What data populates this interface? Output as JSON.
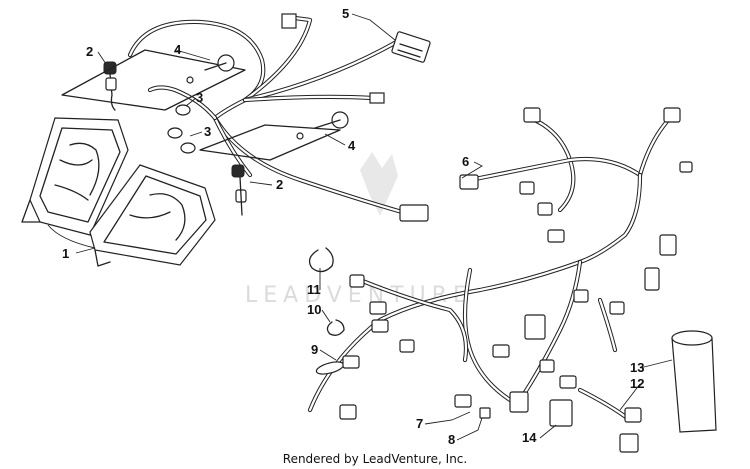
{
  "diagram": {
    "callouts": [
      "1",
      "2",
      "2",
      "3",
      "3",
      "4",
      "4",
      "5",
      "6",
      "7",
      "8",
      "9",
      "10",
      "11",
      "12",
      "13",
      "14"
    ],
    "watermark": "LEADVENTURE",
    "footer": "Rendered by LeadVenture, Inc."
  }
}
